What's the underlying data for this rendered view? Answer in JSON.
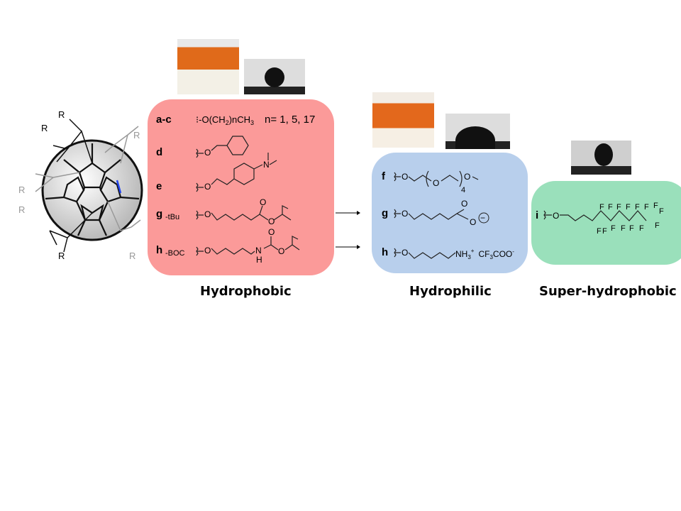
{
  "colors": {
    "hydrophobic": "#fb9a99",
    "hydrophilic": "#b8cfec",
    "superhydrophobic": "#9ae0bb"
  },
  "fullerene": {
    "substituent": "R"
  },
  "hydrophobic": {
    "title": "Hydrophobic",
    "rows": [
      {
        "id": "a-c",
        "formula_prefix": "-O(CH",
        "formula_sub": "2",
        "formula_suffix": ")nCH",
        "formula_sub2": "3",
        "extra": "n=  1, 5, 17"
      },
      {
        "id": "d",
        "atom": "O"
      },
      {
        "id": "e",
        "atom": "O",
        "n_atom": "N"
      },
      {
        "id": "g",
        "id_sub": "-tBu",
        "atom": "O"
      },
      {
        "id": "h",
        "id_sub": "-BOC",
        "atom": "O",
        "nh_atom": "N",
        "h_atom": "H"
      }
    ]
  },
  "hydrophilic": {
    "title": "Hydrophilic",
    "rows": [
      {
        "id": "f",
        "atom": "O",
        "repeat": "4"
      },
      {
        "id": "g",
        "atom": "O",
        "charge": "−"
      },
      {
        "id": "h",
        "atom": "O",
        "amine": "NH",
        "amine_sub": "3",
        "amine_sup": "+",
        "counterion": "CF",
        "ci_sub": "3",
        "ci_rest": "COO",
        "ci_sup": "-"
      }
    ]
  },
  "superhydrophobic": {
    "title": "Super-hydrophobic",
    "rows": [
      {
        "id": "i",
        "atom": "O",
        "fluorine": "F"
      }
    ]
  }
}
